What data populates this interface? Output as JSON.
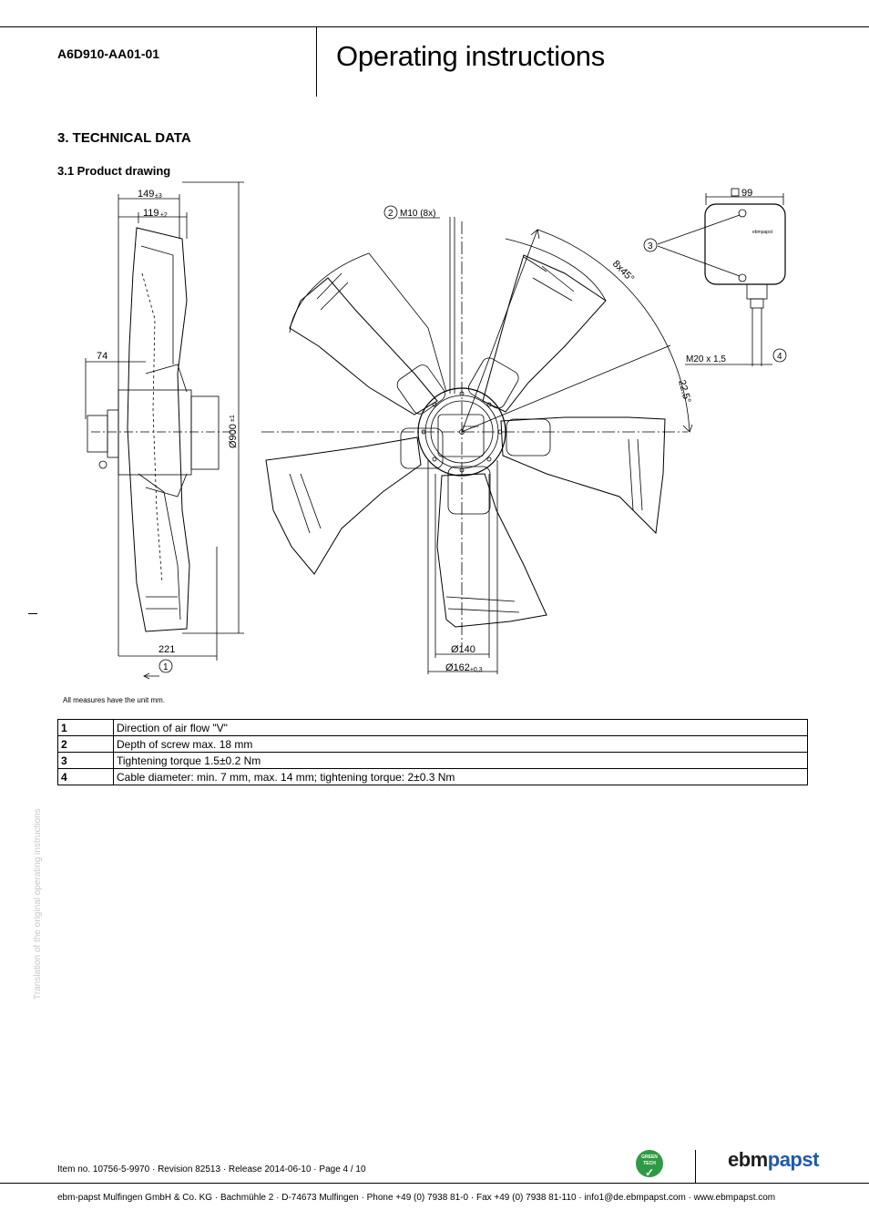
{
  "header": {
    "model": "A6D910-AA01-01",
    "title": "Operating instructions"
  },
  "section": {
    "title": "3. TECHNICAL DATA",
    "subtitle": "3.1 Product drawing"
  },
  "drawing": {
    "dim_149": "149",
    "tol_149": "±3",
    "dim_119": "119",
    "tol_119": "±2",
    "dim_74": "74",
    "dim_900": "Ø900",
    "tol_900": "±1",
    "dim_221": "221",
    "callout_1": "1",
    "callout_2": "2",
    "m10": "M10 (8x)",
    "angle_8x45": "8x45°",
    "angle_225": "22.5°",
    "dim_140": "Ø140",
    "dim_162": "Ø162",
    "tol_162": "±0,3",
    "box_99": "99",
    "callout_3": "3",
    "callout_4": "4",
    "m20": "M20 x 1,5",
    "brand_mini": "ebmpapst"
  },
  "unit_note": "All measures have the unit mm.",
  "notes_table": [
    {
      "num": "1",
      "text": "Direction of air flow \"V\""
    },
    {
      "num": "2",
      "text": "Depth of screw max. 18 mm"
    },
    {
      "num": "3",
      "text": "Tightening torque 1.5±0.2 Nm"
    },
    {
      "num": "4",
      "text": "Cable diameter: min. 7 mm, max. 14 mm; tightening torque: 2±0.3 Nm"
    }
  ],
  "side_text": "Translation of the original operating instructions",
  "footer": {
    "item_line": "Item no. 10756-5-9970 · Revision 82513 · Release 2014-06-10 · Page 4 / 10",
    "company_line": "ebm-papst Mulfingen GmbH & Co. KG · Bachmühle 2 · D-74673 Mulfingen · Phone +49 (0) 7938 81-0 · Fax +49 (0) 7938 81-110 · info1@de.ebmpapst.com · www.ebmpapst.com",
    "badge_line1": "GREEN",
    "badge_line2": "TECH",
    "logo_ebm": "ebm",
    "logo_papst": "papst"
  },
  "colors": {
    "logo_blue": "#1f5aa6",
    "greentech": "#2f9a45",
    "side_text": "#c8c8c8"
  }
}
